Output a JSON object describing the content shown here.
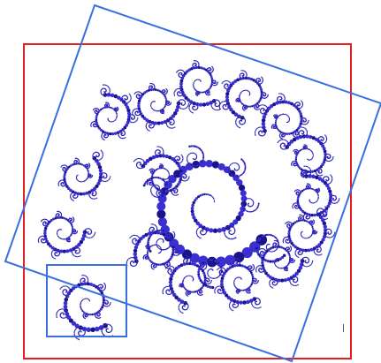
{
  "colors": {
    "background": "#ffffff",
    "outer_frame": "#e02020",
    "rotated_frame": "#3a6fe0",
    "inset_frame": "#3a6fe0",
    "fractal": "#3a2fd0",
    "fractal_dark": "#1a148a",
    "tick": "#555555"
  },
  "figure": {
    "description_items": [
      "outer-frame",
      "rotated-frame",
      "inset-frame",
      "fractal-spiral"
    ]
  }
}
